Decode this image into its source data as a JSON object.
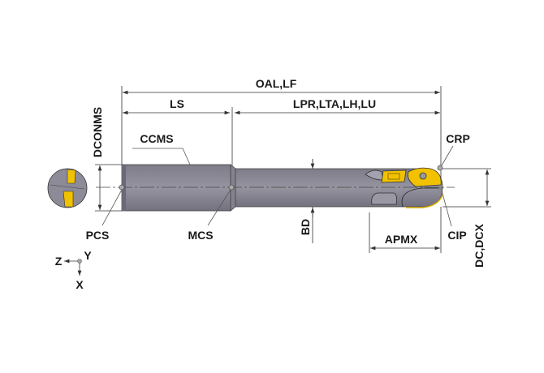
{
  "labels": {
    "oal": "OAL,LF",
    "ls": "LS",
    "lpr": "LPR,LTA,LH,LU",
    "dconms": "DCONMS",
    "ccms": "CCMS",
    "crp": "CRP",
    "pcs": "PCS",
    "mcs": "MCS",
    "bd": "BD",
    "apmx": "APMX",
    "cip": "CIP",
    "dc": "DC,DCX"
  },
  "axes": {
    "z": "Z",
    "y": "Y",
    "x": "X"
  },
  "colors": {
    "body": "#8c8b97",
    "insert": "#f2c200",
    "line": "#333333"
  }
}
